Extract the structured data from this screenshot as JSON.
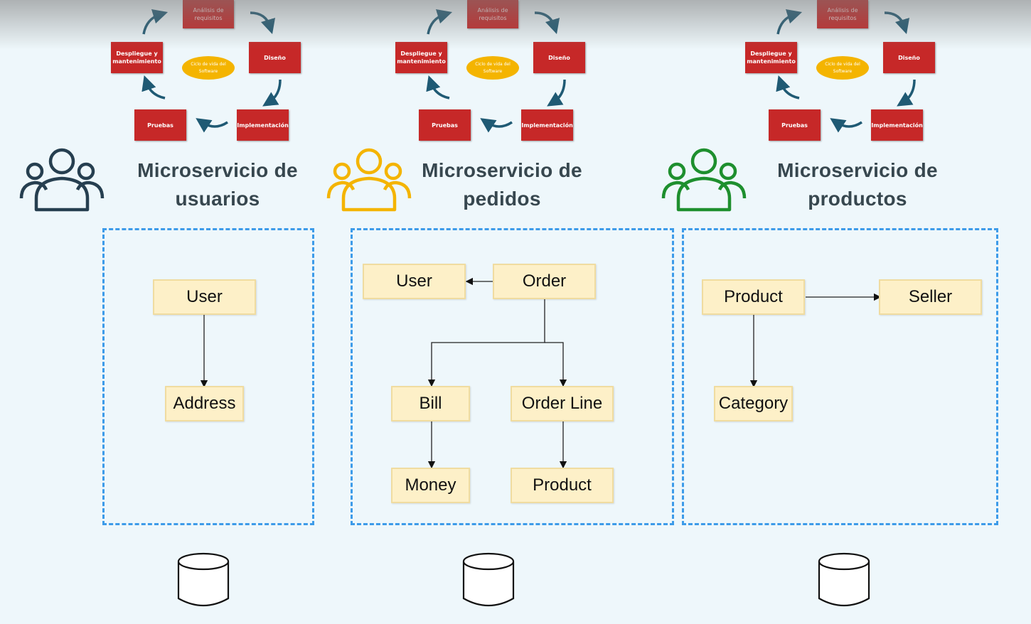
{
  "lifecycle": {
    "analysis": "Análisis de requisitos",
    "design": "Diseño",
    "implementation": "Implementación",
    "testing": "Pruebas",
    "deployment": "Despliegue y mantenimiento",
    "center": "Ciclo de vida del Software"
  },
  "colors": {
    "users": "#263f50",
    "orders": "#f4b400",
    "products": "#1e8f2e",
    "lifecycle_box": "#c62828",
    "lifecycle_arrow": "#1f5a74",
    "dash": "#3d9be9",
    "entity_fill": "#fdf0c8"
  },
  "services": [
    {
      "title_line1": "Microservicio de",
      "title_line2": "usuarios",
      "icon": "people-group-icon",
      "entities": {
        "user": "User",
        "address": "Address"
      },
      "database_icon": "database-cylinder-icon"
    },
    {
      "title_line1": "Microservicio de",
      "title_line2": "pedidos",
      "icon": "people-group-icon",
      "entities": {
        "user": "User",
        "order": "Order",
        "bill": "Bill",
        "order_line": "Order Line",
        "money": "Money",
        "product": "Product"
      },
      "database_icon": "database-cylinder-icon"
    },
    {
      "title_line1": "Microservicio de",
      "title_line2": "productos",
      "icon": "people-group-icon",
      "entities": {
        "product": "Product",
        "seller": "Seller",
        "category": "Category"
      },
      "database_icon": "database-cylinder-icon"
    }
  ]
}
